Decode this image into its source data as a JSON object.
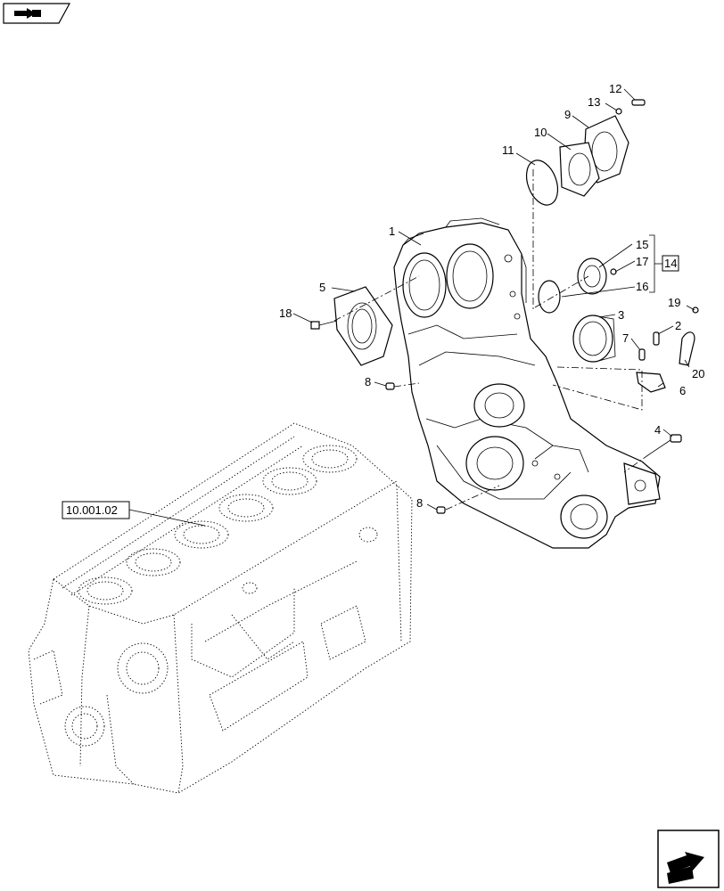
{
  "callouts": {
    "c1": "1",
    "c2": "2",
    "c3": "3",
    "c4": "4",
    "c5": "5",
    "c6": "6",
    "c7": "7",
    "c8a": "8",
    "c8b": "8",
    "c9": "9",
    "c10": "10",
    "c11": "11",
    "c12": "12",
    "c13": "13",
    "c14": "14",
    "c15": "15",
    "c16": "16",
    "c17": "17",
    "c18": "18",
    "c19": "19",
    "c20": "20"
  },
  "reference": {
    "engine_block": "10.001.02"
  },
  "icons": {
    "top_left": "arrow-icon",
    "bottom_right": "arrow-icon"
  }
}
